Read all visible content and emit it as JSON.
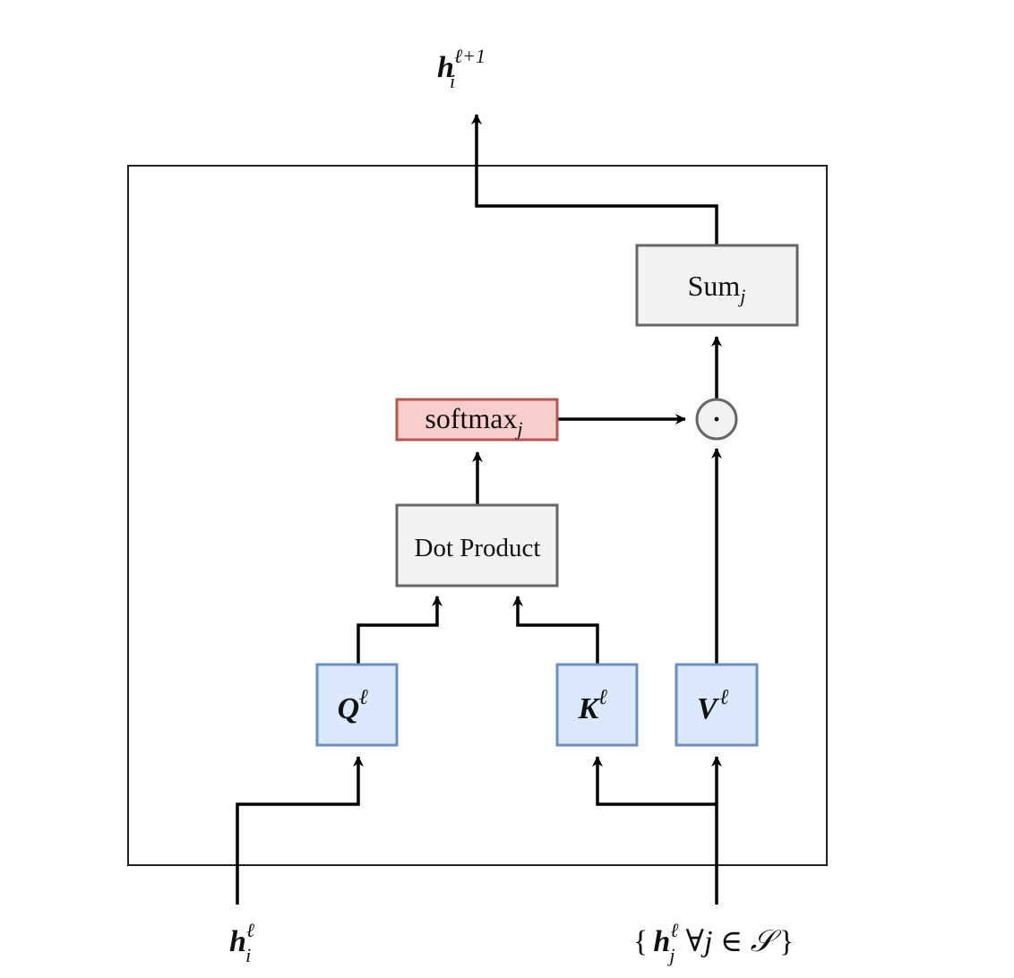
{
  "diagram": {
    "output_label": {
      "base": "h",
      "sub": "i",
      "sup": "ℓ+1"
    },
    "input_left_label": {
      "base": "h",
      "sub": "i",
      "sup": "ℓ"
    },
    "input_right_label": {
      "open": "{",
      "base": "h",
      "sub": "j",
      "sup": "ℓ",
      "rest": "∀j ∈ 𝒮",
      "close": "}"
    },
    "sum_box": {
      "base": "Sum",
      "sub": "j"
    },
    "softmax_box": {
      "base": "softmax",
      "sub": "j"
    },
    "dot_product_box": {
      "label": "Dot Product"
    },
    "elementwise_op": {
      "symbol": "·"
    },
    "q_box": {
      "base": "Q",
      "sup": "ℓ"
    },
    "k_box": {
      "base": "K",
      "sup": "ℓ"
    },
    "v_box": {
      "base": "V",
      "sup": "ℓ"
    },
    "colors": {
      "gray_fill": "#f2f2f2",
      "gray_stroke": "#666666",
      "red_fill": "#f8cecc",
      "red_stroke": "#b85450",
      "blue_fill": "#dae8fc",
      "blue_stroke": "#6c8ebf",
      "line": "#000000"
    }
  }
}
